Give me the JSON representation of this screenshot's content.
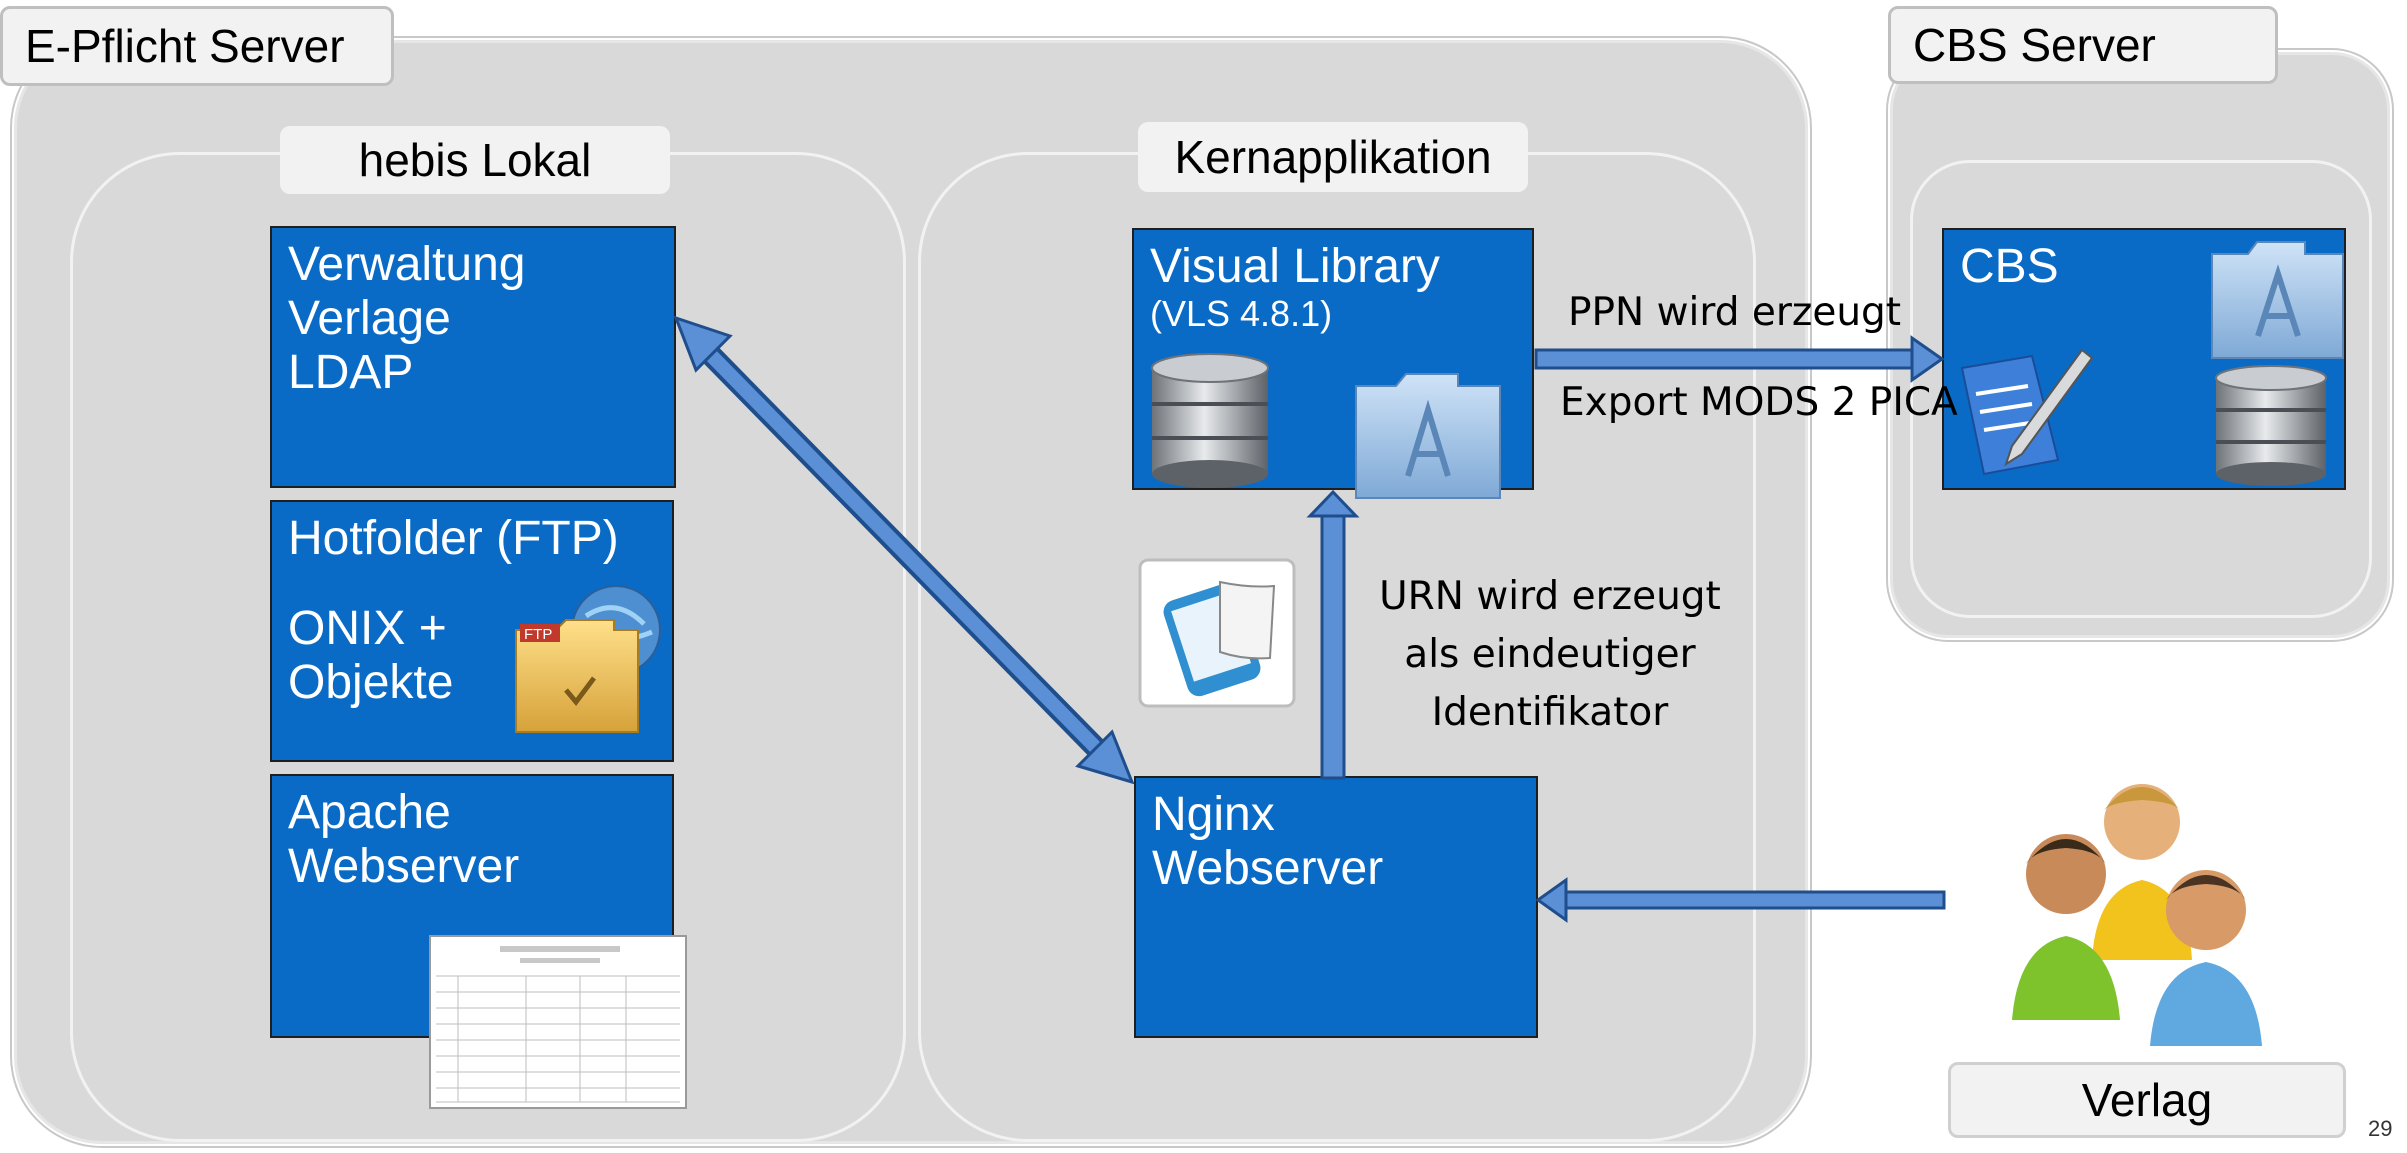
{
  "servers": {
    "epflicht": "E-Pflicht Server",
    "cbs": "CBS Server"
  },
  "groups": {
    "hebis": "hebis Lokal",
    "kern": "Kernapplikation"
  },
  "boxes": {
    "verwaltung": [
      "Verwaltung",
      "Verlage",
      "LDAP"
    ],
    "hotfolder": {
      "title": "Hotfolder (FTP)",
      "body": [
        "ONIX +",
        "Objekte"
      ],
      "folder_badge": "FTP"
    },
    "apache": [
      "Apache",
      "Webserver"
    ],
    "visual_library": {
      "title": "Visual Library",
      "version": "(VLS 4.8.1)"
    },
    "nginx": [
      "Nginx",
      "Webserver"
    ],
    "cbs": "CBS"
  },
  "edge_labels": {
    "ppn": "PPN wird erzeugt",
    "export": "Export MODS 2 PICA",
    "urn": [
      "URN wird erzeugt",
      "als eindeutiger",
      "Identifikator"
    ]
  },
  "verlag": "Verlag",
  "page_number": "29",
  "colors": {
    "box_blue": "#0a6bc7",
    "arrow_blue": "#5b8fd6",
    "server_gray": "#d9d9d9"
  },
  "icons": [
    "database-icon",
    "app-folder-icon",
    "ftp-folder-icon",
    "ebook-tablet-icon",
    "document-pen-icon",
    "people-group-icon",
    "document-thumbnail"
  ]
}
